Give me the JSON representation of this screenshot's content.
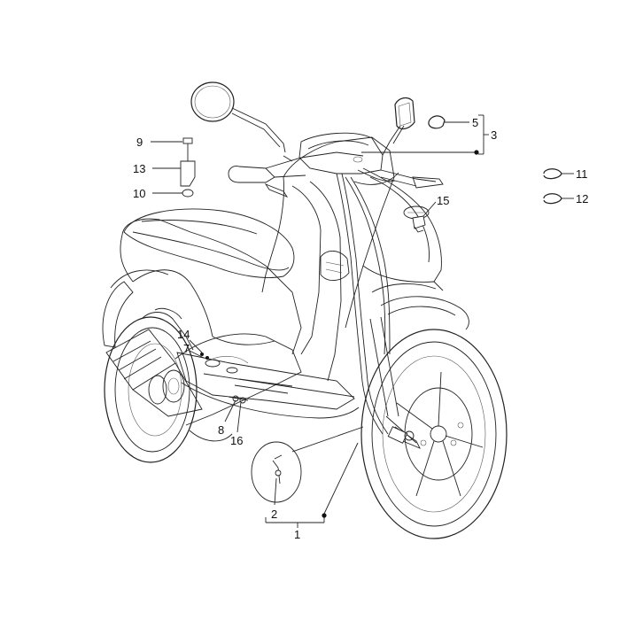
{
  "diagram": {
    "callouts": {
      "c1": "1",
      "c2": "2",
      "c3": "3",
      "c5": "5",
      "c7": "7",
      "c8": "8",
      "c9": "9",
      "c10": "10",
      "c11": "11",
      "c12": "12",
      "c13": "13",
      "c14": "14",
      "c15": "15",
      "c16": "16"
    }
  }
}
